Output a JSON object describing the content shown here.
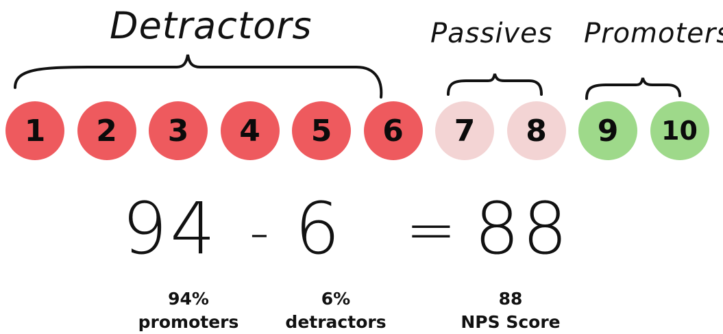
{
  "groups": {
    "detractors": "Detractors",
    "passives": "Passives",
    "promoters": "Promoters"
  },
  "scale": [
    {
      "label": "1",
      "group": "detractor"
    },
    {
      "label": "2",
      "group": "detractor"
    },
    {
      "label": "3",
      "group": "detractor"
    },
    {
      "label": "4",
      "group": "detractor"
    },
    {
      "label": "5",
      "group": "detractor"
    },
    {
      "label": "6",
      "group": "detractor"
    },
    {
      "label": "7",
      "group": "passive"
    },
    {
      "label": "8",
      "group": "passive"
    },
    {
      "label": "9",
      "group": "promoter"
    },
    {
      "label": "10",
      "group": "promoter"
    }
  ],
  "colors": {
    "detractor": "#ee5a5e",
    "passive": "#f3d4d4",
    "promoter": "#9ed98a"
  },
  "equation": {
    "promoters_value": "94",
    "minus": "-",
    "detractors_value": "6",
    "equals": "=",
    "result": "88"
  },
  "captions": {
    "promoters": {
      "value": "94%",
      "label": "promoters"
    },
    "detractors": {
      "value": "6%",
      "label": "detractors"
    },
    "nps": {
      "value": "88",
      "label": "NPS Score"
    }
  }
}
